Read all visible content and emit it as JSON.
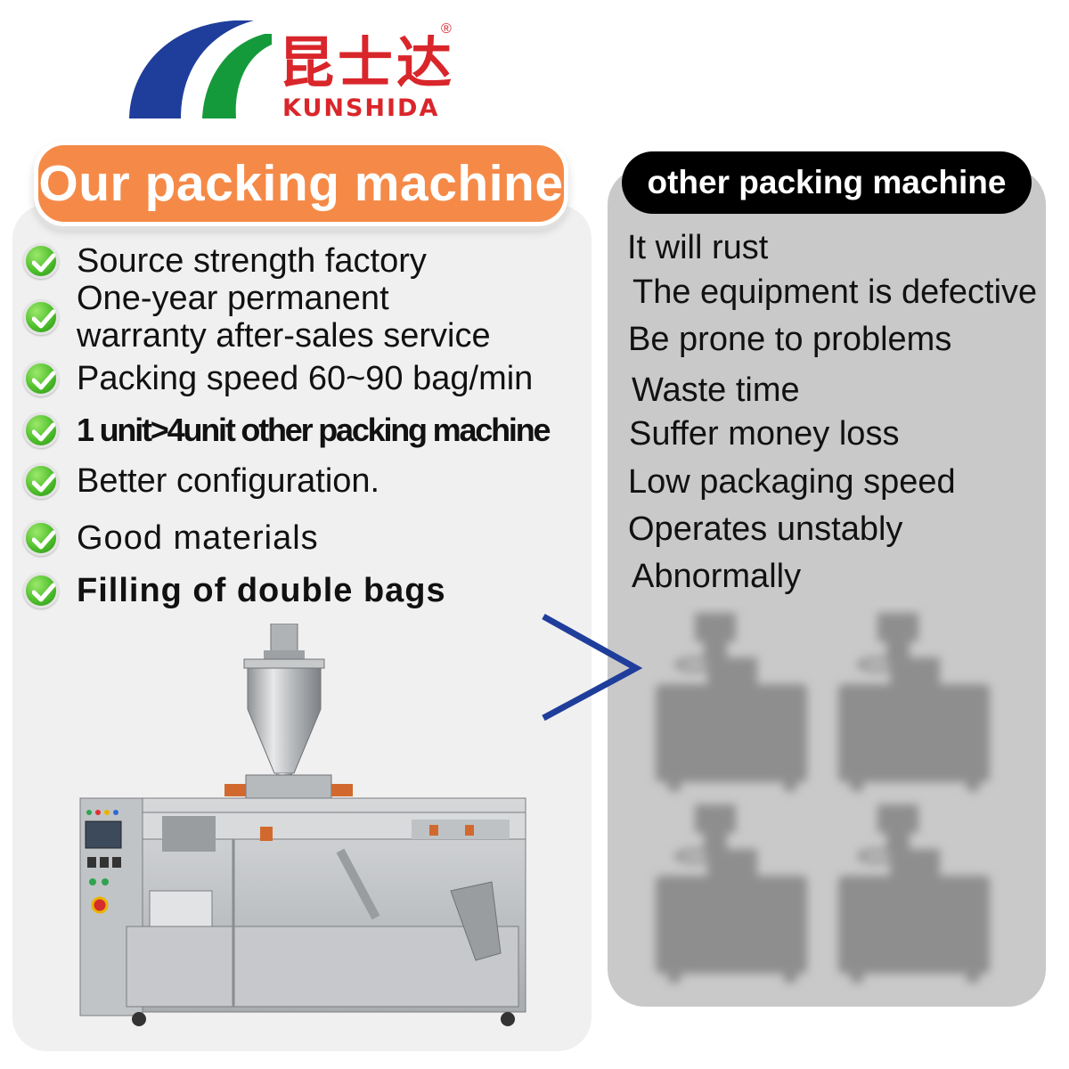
{
  "brand": {
    "name_cn": "昆士达",
    "name_en": "KUNSHIDA",
    "registered_mark": "®",
    "colors": {
      "blue": "#1f3d9b",
      "green": "#159a3b",
      "red": "#d9262b"
    }
  },
  "left": {
    "title": "Our packing machine",
    "accent": "#f58a48",
    "features": [
      {
        "icon": "check-circle-icon",
        "lines": [
          "Source strength factory"
        ]
      },
      {
        "icon": "check-circle-icon",
        "lines": [
          "One-year permanent",
          "warranty after-sales service"
        ]
      },
      {
        "icon": "check-circle-icon",
        "lines": [
          "Packing speed 60~90 bag/min"
        ]
      },
      {
        "icon": "check-circle-icon",
        "lines": [
          "1 unit>4unit other packing machine"
        ]
      },
      {
        "icon": "check-circle-icon",
        "lines": [
          "Better configuration."
        ]
      },
      {
        "icon": "check-circle-icon",
        "lines": [
          "Good materials"
        ]
      },
      {
        "icon": "check-circle-icon",
        "lines": [
          "Filling of double bags"
        ]
      }
    ]
  },
  "right": {
    "title": "other packing machine",
    "defects": [
      "It will rust",
      "The equipment is defective",
      "Be prone to problems",
      "Waste time",
      "Suffer money loss",
      "Low packaging speed",
      "Operates unstably",
      "Abnormally"
    ]
  },
  "comparison_symbol": ">"
}
